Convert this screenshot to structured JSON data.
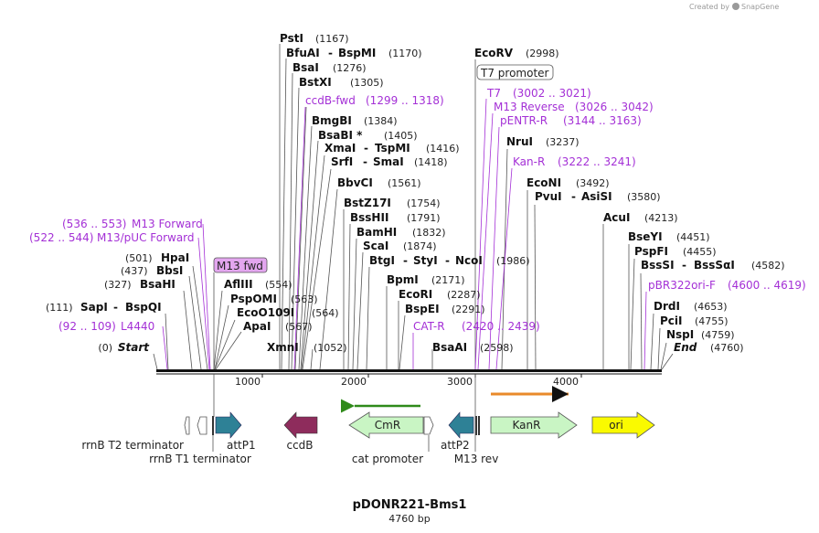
{
  "credit": "Created by",
  "credit_brand": "SnapGene",
  "title": "pDONR221-Bms1",
  "length_label": "4760 bp",
  "total_bp": 4760,
  "axis_ticks": [
    "1000",
    "2000",
    "3000",
    "4000"
  ],
  "enzymes": [
    {
      "name": "PstI",
      "pos": "(1167)",
      "bp": 1167
    },
    {
      "name": "BfuAI",
      "name2": "BspMI",
      "pos": "(1170)",
      "bp": 1170
    },
    {
      "name": "BsaI",
      "pos": "(1276)",
      "bp": 1276
    },
    {
      "name": "BstXI",
      "pos": "(1305)",
      "bp": 1305
    },
    {
      "name": "BmgBI",
      "pos": "(1384)",
      "bp": 1384
    },
    {
      "name": "BsaBI *",
      "pos": "(1405)",
      "bp": 1405
    },
    {
      "name": "XmaI",
      "name2": "TspMI",
      "pos": "(1416)",
      "bp": 1416
    },
    {
      "name": "SrfI",
      "name2": "SmaI",
      "pos": "(1418)",
      "bp": 1418
    },
    {
      "name": "BbvCI",
      "pos": "(1561)",
      "bp": 1561
    },
    {
      "name": "BstZ17I",
      "pos": "(1754)",
      "bp": 1754
    },
    {
      "name": "BssHII",
      "pos": "(1791)",
      "bp": 1791
    },
    {
      "name": "BamHI",
      "pos": "(1832)",
      "bp": 1832
    },
    {
      "name": "ScaI",
      "pos": "(1874)",
      "bp": 1874
    },
    {
      "name": "BtgI",
      "name2": "StyI",
      "name3": "NcoI",
      "pos": "(1986)",
      "bp": 1986
    },
    {
      "name": "BpmI",
      "pos": "(2171)",
      "bp": 2171
    },
    {
      "name": "EcoRI",
      "pos": "(2287)",
      "bp": 2287
    },
    {
      "name": "BspEI",
      "pos": "(2291)",
      "bp": 2291
    },
    {
      "name": "BsaAI",
      "pos": "(2598)",
      "bp": 2598
    },
    {
      "name": "XmnI",
      "pos": "(1052)",
      "bp": 1052
    },
    {
      "name": "EcoRV",
      "pos": "(2998)",
      "bp": 2998
    },
    {
      "name": "NruI",
      "pos": "(3237)",
      "bp": 3237
    },
    {
      "name": "EcoNI",
      "pos": "(3492)",
      "bp": 3492
    },
    {
      "name": "PvuI",
      "name2": "AsiSI",
      "pos": "(3580)",
      "bp": 3580
    },
    {
      "name": "AcuI",
      "pos": "(4213)",
      "bp": 4213
    },
    {
      "name": "BseYI",
      "pos": "(4451)",
      "bp": 4451
    },
    {
      "name": "PspFI",
      "pos": "(4455)",
      "bp": 4455
    },
    {
      "name": "BssSI",
      "name2": "BssSαI",
      "pos": "(4582)",
      "bp": 4582
    },
    {
      "name": "DrdI",
      "pos": "(4653)",
      "bp": 4653
    },
    {
      "name": "PciI",
      "pos": "(4755)",
      "bp": 4755
    },
    {
      "name": "NspI",
      "pos": "(4759)",
      "bp": 4759
    },
    {
      "name": "End",
      "pos": "(4760)",
      "bp": 4760
    },
    {
      "name": "Start",
      "pos": "(0)",
      "bp": 0
    },
    {
      "name": "SapI",
      "name2": "BspQI",
      "pos": "(111)",
      "bp": 111
    },
    {
      "name": "BsaHI",
      "pos": "(327)",
      "bp": 327
    },
    {
      "name": "BbsI",
      "pos": "(437)",
      "bp": 437
    },
    {
      "name": "HpaI",
      "pos": "(501)",
      "bp": 501
    },
    {
      "name": "AflIII",
      "pos": "(554)",
      "bp": 554
    },
    {
      "name": "PspOMI",
      "pos": "(563)",
      "bp": 563
    },
    {
      "name": "EcoO109I",
      "pos": "(564)",
      "bp": 564
    },
    {
      "name": "ApaI",
      "pos": "(567)",
      "bp": 567
    }
  ],
  "primers": [
    {
      "name": "ccdB-fwd",
      "range": "(1299 .. 1318)"
    },
    {
      "name": "T7",
      "range": "(3002 .. 3021)"
    },
    {
      "name": "M13 Reverse",
      "range": "(3026 .. 3042)"
    },
    {
      "name": "pENTR-R",
      "range": "(3144 .. 3163)"
    },
    {
      "name": "Kan-R",
      "range": "(3222 .. 3241)"
    },
    {
      "name": "M13 Forward",
      "range": "(536 .. 553)"
    },
    {
      "name": "M13/pUC Forward",
      "range": "(522 .. 544)"
    },
    {
      "name": "L4440",
      "range": "(92 .. 109)"
    },
    {
      "name": "CAT-R",
      "range": "(2420 .. 2439)"
    },
    {
      "name": "pBR322ori-F",
      "range": "(4600 .. 4619)"
    }
  ],
  "boxed_labels": {
    "t7_promoter": "T7 promoter",
    "m13_fwd": "M13 fwd"
  },
  "features": {
    "rrnB_T2": "rrnB T2 terminator",
    "rrnB_T1": "rrnB T1 terminator",
    "attP1": "attP1",
    "ccdB": "ccdB",
    "CmR": "CmR",
    "cat_promoter": "cat promoter",
    "attP2": "attP2",
    "M13_rev": "M13 rev",
    "KanR": "KanR",
    "ori": "ori"
  },
  "colors": {
    "primer": "#a430d6",
    "attP": "#2e8196",
    "ccdB": "#8e2c5c",
    "marker": "#c9f5c4",
    "ori": "#fafa00",
    "t7_box": "#ffffff",
    "m13fwd_box": "#e3a6ef"
  }
}
